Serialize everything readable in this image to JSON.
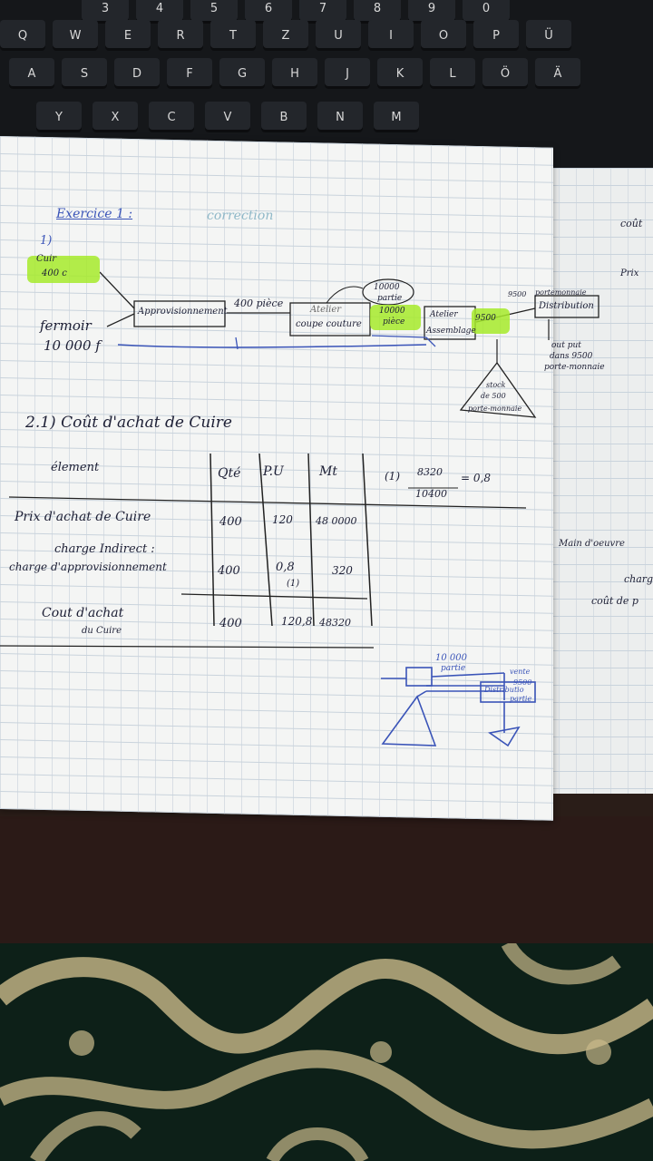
{
  "header": {
    "exercise": "Exercice 1 :",
    "correction": "correction",
    "q1": "1)"
  },
  "diagram": {
    "cuir": "Cuir",
    "cuir_qty": "400 c",
    "fermoir": "fermoir",
    "fermoir_qty": "10 000 f",
    "approvisionnement": "Approvisionnement",
    "pieces": "400 pièce",
    "atelier1_line1": "Atelier",
    "atelier1_line2": "coupe couture",
    "bubble_line1": "10000",
    "bubble_line2": "partie",
    "pieces_green_line1": "10000",
    "pieces_green_line2": "pièce",
    "atelier2_line1": "Atelier",
    "atelier2_line2": "Assemblage",
    "green3": "9500",
    "distribution_top": "9500",
    "distribution_sub": "portemonnaie",
    "distribution": "Distribution",
    "cout_line1": "out put",
    "cout_line2": "dans 9500",
    "cout_line3": "porte-monnaie",
    "stock_line1": "stock",
    "stock_line2": "de 500",
    "stock_line3": "porte-monnaie"
  },
  "section2": {
    "title": "2.1) Coût d'achat de Cuire",
    "headers": [
      "élement",
      "Qté",
      "P.U",
      "Mt"
    ],
    "rows": [
      {
        "label": "Prix d'achat de Cuire",
        "qte": "400",
        "pu": "120",
        "mt": "48 0000"
      },
      {
        "label_top": "charge Indirect :",
        "label": "charge d'approvisionnement",
        "qte": "400",
        "pu": "0,8",
        "pu_note": "(1)",
        "mt": "320"
      },
      {
        "label": "Cout d'achat",
        "label_sub": "du Cuire",
        "qte": "400",
        "pu": "120,8",
        "mt": "48320"
      }
    ],
    "note_index": "(1)",
    "note_num": "8320",
    "note_den": "10400",
    "note_result": "= 0,8"
  },
  "sketch": {
    "top": "10 000",
    "top_sub": "partie",
    "right_top": "vente",
    "right_sub": "9500",
    "right_sub2": "partie",
    "dist": "Distributio"
  },
  "right_page": {
    "line1": "coût",
    "line2": "Prix",
    "line3": "Main d'oeuvre",
    "line4": "charg",
    "line5": "coût de p"
  },
  "keyboard": {
    "row1": [
      "3",
      "4",
      "5",
      "6",
      "7",
      "8",
      "9",
      "0"
    ],
    "row2": [
      "Q",
      "W",
      "E",
      "R",
      "T",
      "Z",
      "U",
      "I",
      "O",
      "P",
      "Ü"
    ],
    "row3": [
      "A",
      "S",
      "D",
      "F",
      "G",
      "H",
      "J",
      "K",
      "L",
      "Ö",
      "Ä"
    ],
    "row4": [
      "Y",
      "X",
      "C",
      "V",
      "B",
      "N",
      "M"
    ]
  },
  "colors": {
    "ink": "#1d1f35",
    "blue_ink": "#3a54b8",
    "highlighter": "#a6ea2a"
  }
}
